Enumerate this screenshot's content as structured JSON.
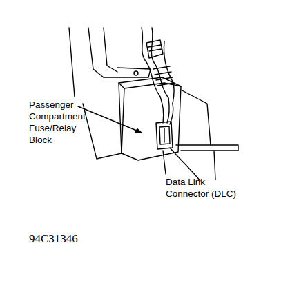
{
  "diagram": {
    "labels": [
      "Passenger Compartment Fuse/Relay Block",
      "Data Link Connector (DLC)",
      "94C31346"
    ]
  }
}
